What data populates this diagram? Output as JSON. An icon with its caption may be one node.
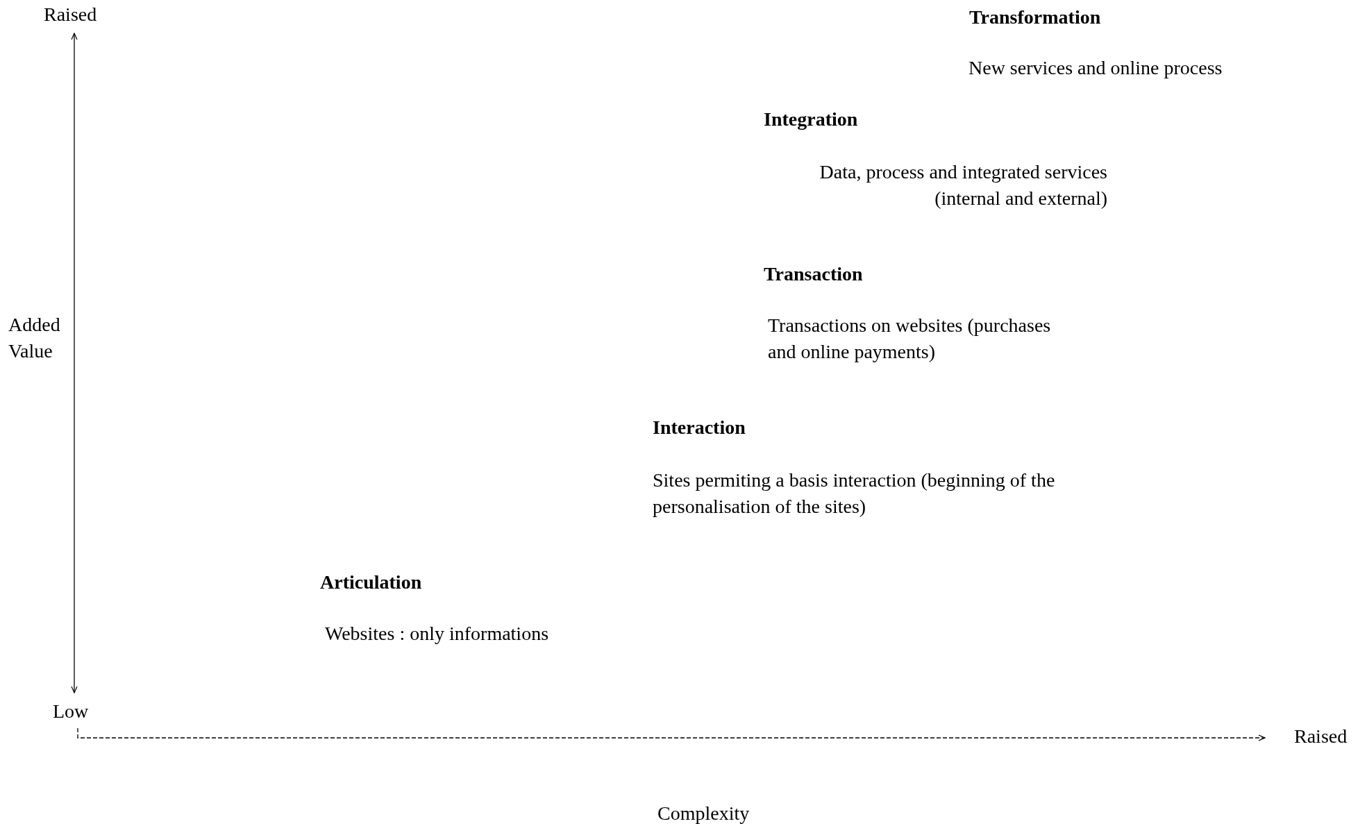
{
  "diagram": {
    "labels": [
      "Raised",
      "Transformation",
      "New services and online process",
      "Integration",
      "Data, process and integrated services (internal and external)",
      "Transaction",
      "Transactions on websites (purchases and online payments)",
      "Added Value",
      "Interaction",
      "Sites permiting a basis interaction (beginning of the personalisation of the sites)",
      "Articulation",
      "Websites : only informations",
      "Low",
      "Raised",
      "Complexity"
    ]
  }
}
